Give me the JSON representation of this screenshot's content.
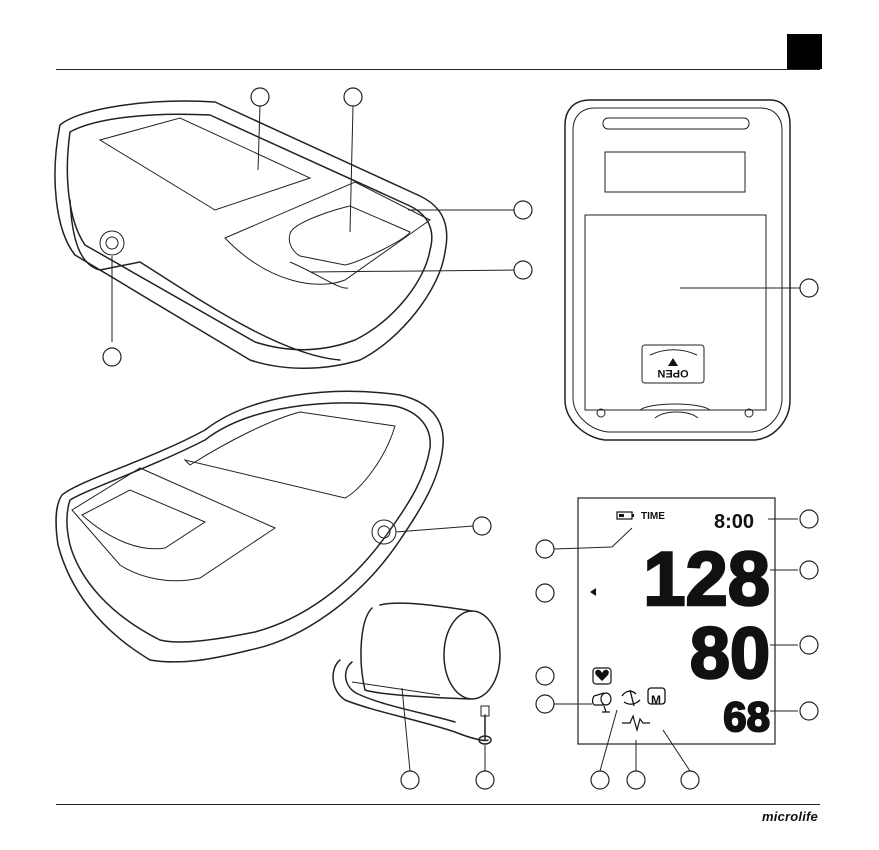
{
  "page": {
    "brand": "microlife"
  },
  "lcd": {
    "time_label": "TIME",
    "time_value": "8:00",
    "systolic": "128",
    "diastolic": "80",
    "pulse": "68",
    "memory_symbol": "M"
  },
  "back_cover": {
    "open_label": "OPEN"
  },
  "icons": {
    "battery": "battery-icon",
    "heart": "heart-icon",
    "cuff": "cuff-icon",
    "arrhythmia": "pulse-wave-icon",
    "movement": "movement-icon",
    "memory": "memory-icon",
    "pointer": "pointer-arrow-icon"
  },
  "colors": {
    "ink": "#222222",
    "background": "#ffffff",
    "tab": "#000000"
  }
}
